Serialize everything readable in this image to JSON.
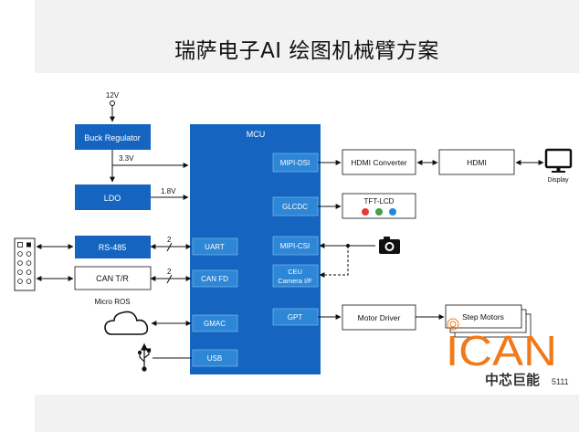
{
  "title": "瑞萨电子AI 绘图机械臂方案",
  "diagram": {
    "supply": "12V",
    "buck_regulator": "Buck Regulator",
    "rail_33": "3.3V",
    "ldo": "LDO",
    "rail_18": "1.8V",
    "mcu": "MCU",
    "rs485": "RS-485",
    "can_tr": "CAN T/R",
    "micro_ros": "Micro ROS",
    "bus_width_1": "2",
    "bus_width_2": "2",
    "ports": {
      "uart": "UART",
      "canfd": "CAN FD",
      "gmac": "GMAC",
      "usb": "USB",
      "mipi_dsi": "MIPI-DSI",
      "glcdc": "GLCDC",
      "mipi_csi": "MIPI-CSI",
      "ceu_1": "CEU",
      "ceu_2": "Camera I/F",
      "gpt": "GPT"
    },
    "hdmi_converter": "HDMI Converter",
    "hdmi": "HDMI",
    "display": "Display",
    "tft_lcd": "TFT-LCD",
    "motor_driver": "Motor Driver",
    "step_motors": "Step Motors"
  },
  "watermark": {
    "brand": "ICAN",
    "chinese": "中芯巨能",
    "code": "5111"
  },
  "colors": {
    "mcu_blue": "#1565c0",
    "port_blue": "#2d86d6",
    "watermark_orange": "#f07a1a",
    "lcd_red": "#e53935",
    "lcd_green": "#43a047",
    "lcd_blue": "#1e88e5"
  },
  "icons": [
    "connector-icon",
    "cloud-icon",
    "usb-icon",
    "camera-icon",
    "monitor-icon"
  ]
}
